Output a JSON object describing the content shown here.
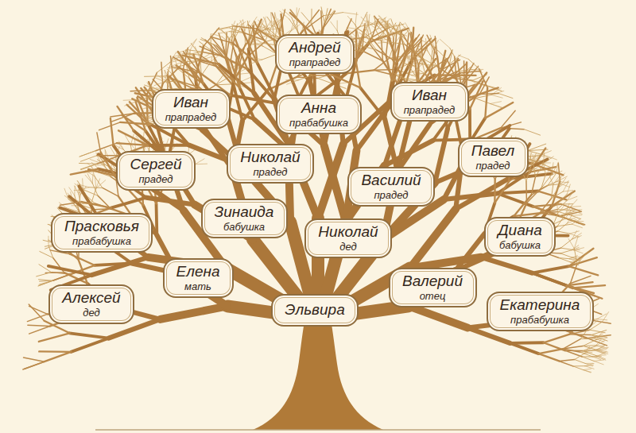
{
  "diagram": {
    "nodes": [
      {
        "text": [
          "Андрей",
          "прапрадед"
        ]
      },
      {
        "text": [
          "Иван",
          "прапрадед"
        ]
      },
      {
        "text": [
          "Анна",
          "прабабушка"
        ]
      },
      {
        "text": [
          "Иван",
          "прапрадед"
        ]
      },
      {
        "text": [
          "Сергей",
          "прадед"
        ]
      },
      {
        "text": [
          "Николай",
          "прадед"
        ]
      },
      {
        "text": [
          "Василий",
          "прадед"
        ]
      },
      {
        "text": [
          "Павел",
          "прадед"
        ]
      },
      {
        "text": [
          "Прасковья",
          "прабабушка"
        ]
      },
      {
        "text": [
          "Зинаида",
          "бабушка"
        ]
      },
      {
        "text": [
          "Николай",
          "дед"
        ]
      },
      {
        "text": [
          "Диана",
          "бабушка"
        ]
      },
      {
        "text": [
          "Алексей",
          "дед"
        ]
      },
      {
        "text": [
          "Елена",
          "мать"
        ]
      },
      {
        "text": [
          "Эльвира"
        ]
      },
      {
        "text": [
          "Валерий",
          "отец"
        ]
      },
      {
        "text": [
          "Екатерина",
          "прабабушка"
        ]
      }
    ]
  }
}
